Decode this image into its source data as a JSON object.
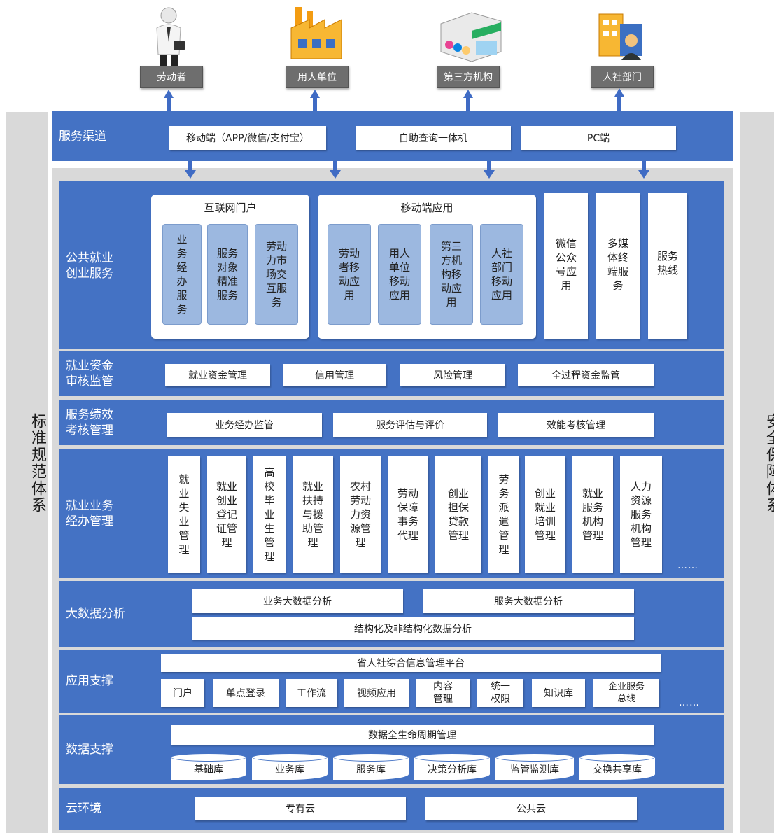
{
  "side": {
    "left": "标准规范体系",
    "right": "安全保障体系"
  },
  "actors": [
    "劳动者",
    "用人单位",
    "第三方机构",
    "人社部门"
  ],
  "channel": {
    "title": "服务渠道",
    "items": [
      "移动端（APP/微信/支付宝）",
      "自助查询一体机",
      "PC端"
    ]
  },
  "public_service": {
    "title": "公共就业\n创业服务",
    "portal": {
      "title": "互联网门户",
      "items": [
        "业务经办服务",
        "服务对象精准服务",
        "劳动力市场交互服务"
      ]
    },
    "mobile": {
      "title": "移动端应用",
      "items": [
        "劳动者移动应用",
        "用人单位移动应用",
        "第三方机构移动应用",
        "人社部门移动应用"
      ]
    },
    "others": [
      "微信公众号应用",
      "多媒体终端服务",
      "服务热线"
    ]
  },
  "fund": {
    "title": "就业资金\n审核监管",
    "items": [
      "就业资金管理",
      "信用管理",
      "风险管理",
      "全过程资金监管"
    ]
  },
  "performance": {
    "title": "服务绩效\n考核管理",
    "items": [
      "业务经办监管",
      "服务评估与评价",
      "效能考核管理"
    ]
  },
  "business": {
    "title": "就业业务\n经办管理",
    "items": [
      "就业失业管理",
      "就业创业登记证管理",
      "高校毕业生管理",
      "就业扶持与援助管理",
      "农村劳动力资源管理",
      "劳动保障事务代理",
      "创业担保贷款管理",
      "劳务派遣管理",
      "创业就业培训管理",
      "就业服务机构管理",
      "人力资源服务机构管理"
    ],
    "more": "……"
  },
  "bigdata": {
    "title": "大数据分析",
    "items": [
      "业务大数据分析",
      "服务大数据分析",
      "结构化及非结构化数据分析"
    ]
  },
  "app_support": {
    "title": "应用支撑",
    "platform": "省人社综合信息管理平台",
    "items": [
      "门户",
      "单点登录",
      "工作流",
      "视频应用",
      "内容管理",
      "统一权限",
      "知识库",
      "企业服务总线"
    ],
    "more": "……"
  },
  "data_support": {
    "title": "数据支撑",
    "lifecycle": "数据全生命周期管理",
    "dbs": [
      "基础库",
      "业务库",
      "服务库",
      "决策分析库",
      "监管监测库",
      "交换共享库"
    ]
  },
  "cloud": {
    "title": "云环境",
    "items": [
      "专有云",
      "公共云"
    ]
  },
  "colors": {
    "band": "#4472c4",
    "light_box": "#9cb8e0",
    "side": "#d9d9d9",
    "actor_label": "#6e6e6e"
  }
}
